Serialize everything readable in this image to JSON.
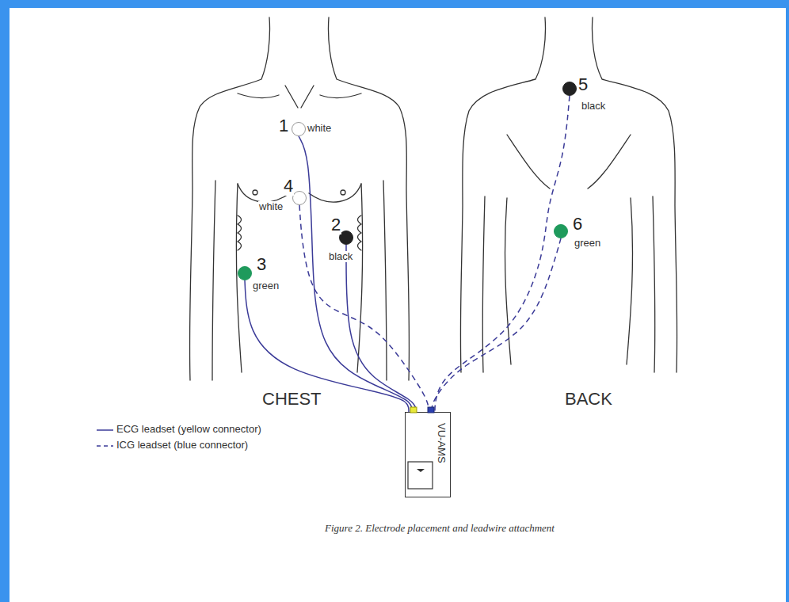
{
  "diagram": {
    "caption": "Figure 2. Electrode placement and leadwire attachment",
    "nodes": [
      {
        "text": [
          "1",
          "white"
        ]
      },
      {
        "text": [
          "4",
          "white"
        ]
      },
      {
        "text": [
          "2",
          "black"
        ]
      },
      {
        "text": [
          "3",
          "green"
        ]
      },
      {
        "text": [
          "5",
          "black"
        ]
      },
      {
        "text": [
          "6",
          "green"
        ]
      },
      {
        "text": [
          "VU-AMS"
        ]
      }
    ],
    "edges": [
      {
        "from": 0,
        "to": 6,
        "arrow": "none"
      },
      {
        "from": 1,
        "to": 6,
        "arrow": "none"
      },
      {
        "from": 2,
        "to": 6,
        "arrow": "none"
      },
      {
        "from": 3,
        "to": 6,
        "arrow": "none"
      },
      {
        "from": 4,
        "to": 6,
        "arrow": "none"
      },
      {
        "from": 5,
        "to": 6,
        "arrow": "none"
      }
    ],
    "labels": [
      "CHEST",
      "BACK"
    ],
    "legend": [
      {
        "text": "ECG leadset (yellow connector)"
      },
      {
        "text": "ICG leadset (blue connector)"
      }
    ]
  }
}
